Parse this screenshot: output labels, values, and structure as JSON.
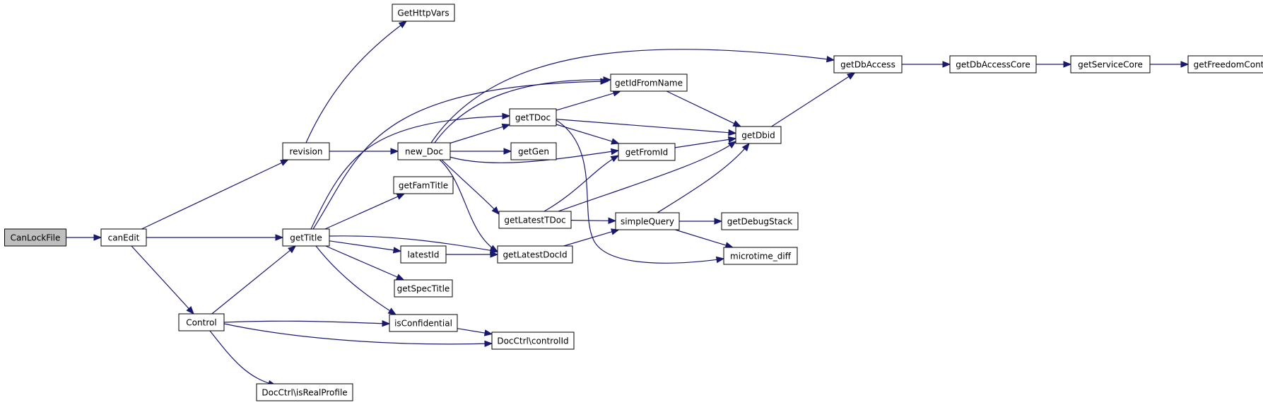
{
  "colors": {
    "edge": "#191970",
    "node_fill": "#ffffff",
    "root_fill": "#bfbfbf",
    "node_stroke": "#000000"
  },
  "nodes": [
    {
      "id": "CanLockFile",
      "label": "CanLockFile",
      "root": true
    },
    {
      "id": "canEdit",
      "label": "canEdit"
    },
    {
      "id": "revision",
      "label": "revision"
    },
    {
      "id": "getTitle",
      "label": "getTitle"
    },
    {
      "id": "Control",
      "label": "Control"
    },
    {
      "id": "GetHttpVars",
      "label": "GetHttpVars"
    },
    {
      "id": "new_Doc",
      "label": "new_Doc"
    },
    {
      "id": "getFamTitle",
      "label": "getFamTitle"
    },
    {
      "id": "latestId",
      "label": "latestId"
    },
    {
      "id": "getSpecTitle",
      "label": "getSpecTitle"
    },
    {
      "id": "isConfidential",
      "label": "isConfidential"
    },
    {
      "id": "DocCtrl_isRealProfile",
      "label": "DocCtrl\\isRealProfile"
    },
    {
      "id": "getTDoc",
      "label": "getTDoc"
    },
    {
      "id": "getGen",
      "label": "getGen"
    },
    {
      "id": "getLatestTDoc",
      "label": "getLatestTDoc"
    },
    {
      "id": "getLatestDocId",
      "label": "getLatestDocId"
    },
    {
      "id": "DocCtrl_controlId",
      "label": "DocCtrl\\controlId"
    },
    {
      "id": "getIdFromName",
      "label": "getIdFromName"
    },
    {
      "id": "getFromId",
      "label": "getFromId"
    },
    {
      "id": "simpleQuery",
      "label": "simpleQuery"
    },
    {
      "id": "getDbid",
      "label": "getDbid"
    },
    {
      "id": "getDebugStack",
      "label": "getDebugStack"
    },
    {
      "id": "microtime_diff",
      "label": "microtime_diff"
    },
    {
      "id": "getDbAccess",
      "label": "getDbAccess"
    },
    {
      "id": "getDbAccessCore",
      "label": "getDbAccessCore"
    },
    {
      "id": "getServiceCore",
      "label": "getServiceCore"
    },
    {
      "id": "getFreedomContext",
      "label": "getFreedomContext"
    }
  ],
  "edges": [
    {
      "from": "CanLockFile",
      "to": "canEdit"
    },
    {
      "from": "canEdit",
      "to": "revision"
    },
    {
      "from": "canEdit",
      "to": "getTitle"
    },
    {
      "from": "canEdit",
      "to": "Control"
    },
    {
      "from": "revision",
      "to": "GetHttpVars"
    },
    {
      "from": "revision",
      "to": "new_Doc"
    },
    {
      "from": "getTitle",
      "to": "getIdFromName"
    },
    {
      "from": "getTitle",
      "to": "getTDoc"
    },
    {
      "from": "getTitle",
      "to": "getFamTitle"
    },
    {
      "from": "getTitle",
      "to": "getLatestDocId"
    },
    {
      "from": "getTitle",
      "to": "latestId"
    },
    {
      "from": "getTitle",
      "to": "getSpecTitle"
    },
    {
      "from": "getTitle",
      "to": "isConfidential"
    },
    {
      "from": "Control",
      "to": "getTitle"
    },
    {
      "from": "Control",
      "to": "isConfidential"
    },
    {
      "from": "Control",
      "to": "DocCtrl_controlId"
    },
    {
      "from": "Control",
      "to": "DocCtrl_isRealProfile"
    },
    {
      "from": "new_Doc",
      "to": "getDbAccess"
    },
    {
      "from": "new_Doc",
      "to": "getIdFromName"
    },
    {
      "from": "new_Doc",
      "to": "getTDoc"
    },
    {
      "from": "new_Doc",
      "to": "getGen"
    },
    {
      "from": "new_Doc",
      "to": "getFromId"
    },
    {
      "from": "new_Doc",
      "to": "getLatestTDoc"
    },
    {
      "from": "new_Doc",
      "to": "getLatestDocId"
    },
    {
      "from": "latestId",
      "to": "getLatestDocId"
    },
    {
      "from": "isConfidential",
      "to": "DocCtrl_controlId"
    },
    {
      "from": "getTDoc",
      "to": "getIdFromName"
    },
    {
      "from": "getTDoc",
      "to": "getDbid"
    },
    {
      "from": "getTDoc",
      "to": "getFromId"
    },
    {
      "from": "getTDoc",
      "to": "microtime_diff"
    },
    {
      "from": "getLatestTDoc",
      "to": "getFromId"
    },
    {
      "from": "getLatestTDoc",
      "to": "getDbid"
    },
    {
      "from": "getLatestTDoc",
      "to": "simpleQuery"
    },
    {
      "from": "getLatestDocId",
      "to": "simpleQuery"
    },
    {
      "from": "getIdFromName",
      "to": "getDbid"
    },
    {
      "from": "getFromId",
      "to": "getDbid"
    },
    {
      "from": "simpleQuery",
      "to": "getDbid"
    },
    {
      "from": "simpleQuery",
      "to": "getDebugStack"
    },
    {
      "from": "simpleQuery",
      "to": "microtime_diff"
    },
    {
      "from": "getDbid",
      "to": "getDbAccess"
    },
    {
      "from": "getDbAccess",
      "to": "getDbAccessCore"
    },
    {
      "from": "getDbAccessCore",
      "to": "getServiceCore"
    },
    {
      "from": "getServiceCore",
      "to": "getFreedomContext"
    }
  ]
}
